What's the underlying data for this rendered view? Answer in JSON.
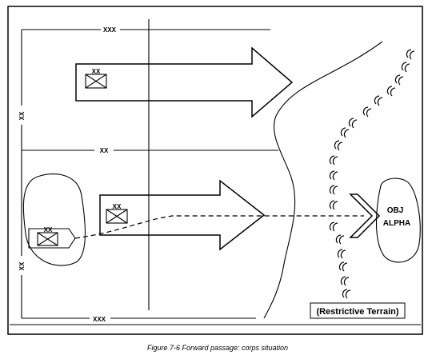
{
  "boundaries": {
    "corps_label_top": "XXX",
    "corps_label_bottom": "XXX",
    "division_label_mid": "XX",
    "division_label_left_upper": "XX",
    "division_label_left_lower": "XX"
  },
  "units": {
    "unit_top_echelon": "XX",
    "unit_middle_echelon": "XX",
    "unit_assembly_echelon": "XX"
  },
  "objective": {
    "line1": "OBJ",
    "line2": "ALPHA"
  },
  "terrain_label": "(Restrictive Terrain)",
  "caption": "Figure 7-6 Forward passage: corps situation"
}
